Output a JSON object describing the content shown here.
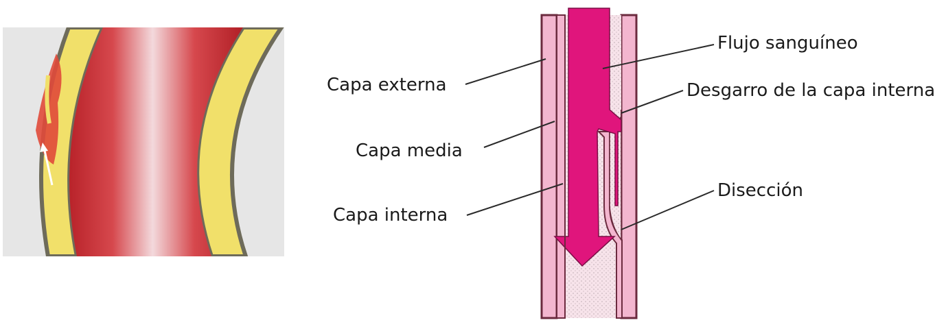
{
  "labels": {
    "outer_layer": "Capa externa",
    "middle_layer": "Capa media",
    "inner_layer": "Capa interna",
    "blood_flow": "Flujo sanguíneo",
    "inner_tear": "Desgarro de la capa interna",
    "dissection": "Disección"
  },
  "colors": {
    "panel_bg": "#e6e6e6",
    "lumen_red": "#c8292e",
    "lumen_highlight": "#f3d9dc",
    "vessel_yellow": "#f1e06a",
    "vessel_edge": "#6e6b5a",
    "flow_magenta": "#e0157c",
    "layer_pink": "#f3b6cf",
    "layer_outline": "#6b2a3e",
    "false_lumen": "#f7e3ea",
    "leader_line": "#2a2a2a"
  },
  "icons": [
    "flow-arrow-icon",
    "tear-arrow-icon"
  ]
}
